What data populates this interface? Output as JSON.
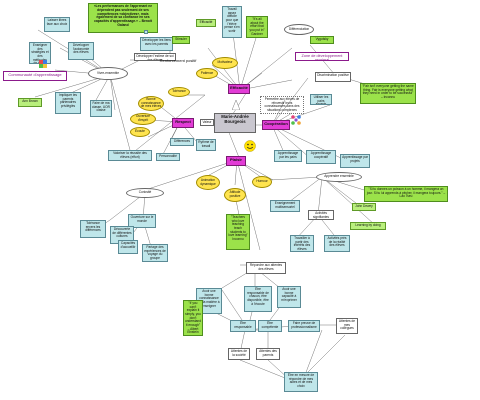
{
  "nodes": {
    "quote_top": "«Les performances de l'apprenant ne dépendent pas seulement de ses compétences «objectives», mais également de sa confiance en ses capacités d'apprentissage.» – Benoit Galand",
    "laisser_libres": "Laisser libres face aux choix",
    "developper_liens": "Développer les liens avec les parents",
    "strategies_methodes": "Enseigner des stratégies et des méthodes de travail",
    "developper_autonomie": "Développer l'autonomie des élèves",
    "communaute": "Communauté d'apprentissage",
    "vivre_ensemble": "Vivre-ensemble",
    "ann_brown": "Ann Brown",
    "impliquer_parents": "Impliquer les parents partenaires privilégiés",
    "faire_lien": "Faire de ma classe, UOR classe",
    "dev_lestime": "Développer l'estime de soi des élèves",
    "renforcement": "Renforcement positif",
    "stimuler": "Stimuler",
    "motivateur": "Motivateur",
    "travail_assez": "Travail assez difficile pour que l'élève pense s'en sortir",
    "its_not_how": "\"It's all about the effort that you put in\" Gardner",
    "differenciation": "Différenciation",
    "zone_proximale": "Zone de développement proximal",
    "vygotsky": "Vygotsky",
    "patience": "Patience",
    "tolerance": "Tolérance",
    "bonne_conn": "Bonne connaissance de mes élèves",
    "ouverture": "Ouverture d'esprit",
    "ecoute": "Écoute",
    "respect": "Respect",
    "valeur_left": "Valeur",
    "center": "Marie-Andrée Bourgeois",
    "differences": "Différences",
    "rythme": "Rythme de travail",
    "personnalite": "Personnalité",
    "valeur_rect": "Valoriser la réussite des élèves (effort)",
    "curiosite": "Curiosité",
    "ouverture_monde": "Ouverture sur le monde",
    "tolerance2": "Tolérance envers les différences",
    "decouverte": "Découverte de différentes cultures",
    "capacites": "Capacités d'accueillir",
    "partage": "Partage des expériences de voyage du groupe",
    "efficacite": "Efficacité",
    "reinvestir": "Permettre aux élèves de réinvestir leurs connaissances dans des situations complexes",
    "discrimination": "Discrimination positive",
    "utiliser_experts": "Utiliser les pairs experts",
    "fair_quote": "\"Fair isn't everyone getting the same thing. Fair is everyone getting what they need in order to be successful\" – Inconnu",
    "cooperation": "Coopération",
    "appr_cooperatif": "Apprentissage coopératif",
    "appr_pairs": "Apprentissage par les pairs",
    "appr_projets": "Apprentissage par projets",
    "plaisir": "Plaisir",
    "animation": "Animation dynamique",
    "humour": "Humour",
    "attitude": "Attitude positive",
    "teachers_quote": "\"Teachers who love teaching teach students to love learning\" Inconnu",
    "appr_ensemble": "Apprendre ensemble",
    "enseignement_multi": "Enseignement multisensoriel",
    "activites_sign": "Activités signifiantes",
    "travailler_carre": "Travailler à partir des intérêts des élèves",
    "activites_reelle": "Activités près de la réalité des élèves",
    "john_dewey": "John Dewey",
    "learning_doing": "Learning by doing",
    "donne_poisson": "\"Si tu donnes un poisson à un homme, il mangera un jour. Si tu lui apprends à pêcher, il mangera toujours.\" – Lao Tseu",
    "repondre": "Répondre aux attentes des élèves",
    "avoir_une": "Avoir une bonne connaissance de la matière à enseigner",
    "bonne_capacite": "Avoir une bonne capacité à m'exprimer",
    "etre_disponible": "Être responsable de chacun, être disponible, être à l'écoute",
    "einstein_quote": "\"If you can't explain it simply, you don't understand it enough\" – Albert Einstein",
    "etre_responsable": "Être responsable",
    "etre_competente": "Être compétente",
    "faire_preuve": "Faire preuve de professionnalisme",
    "attentes_collegues": "Attentes de mes collègues",
    "attentes_societe": "Attentes de la société",
    "attentes_parents": "Attentes des parents",
    "etre_mesure": "Être en mesure de répondre de mes actes et de mes choix"
  },
  "icons": [
    "puzzle-icon",
    "smiley-icon",
    "people-icon",
    "star-icon"
  ]
}
